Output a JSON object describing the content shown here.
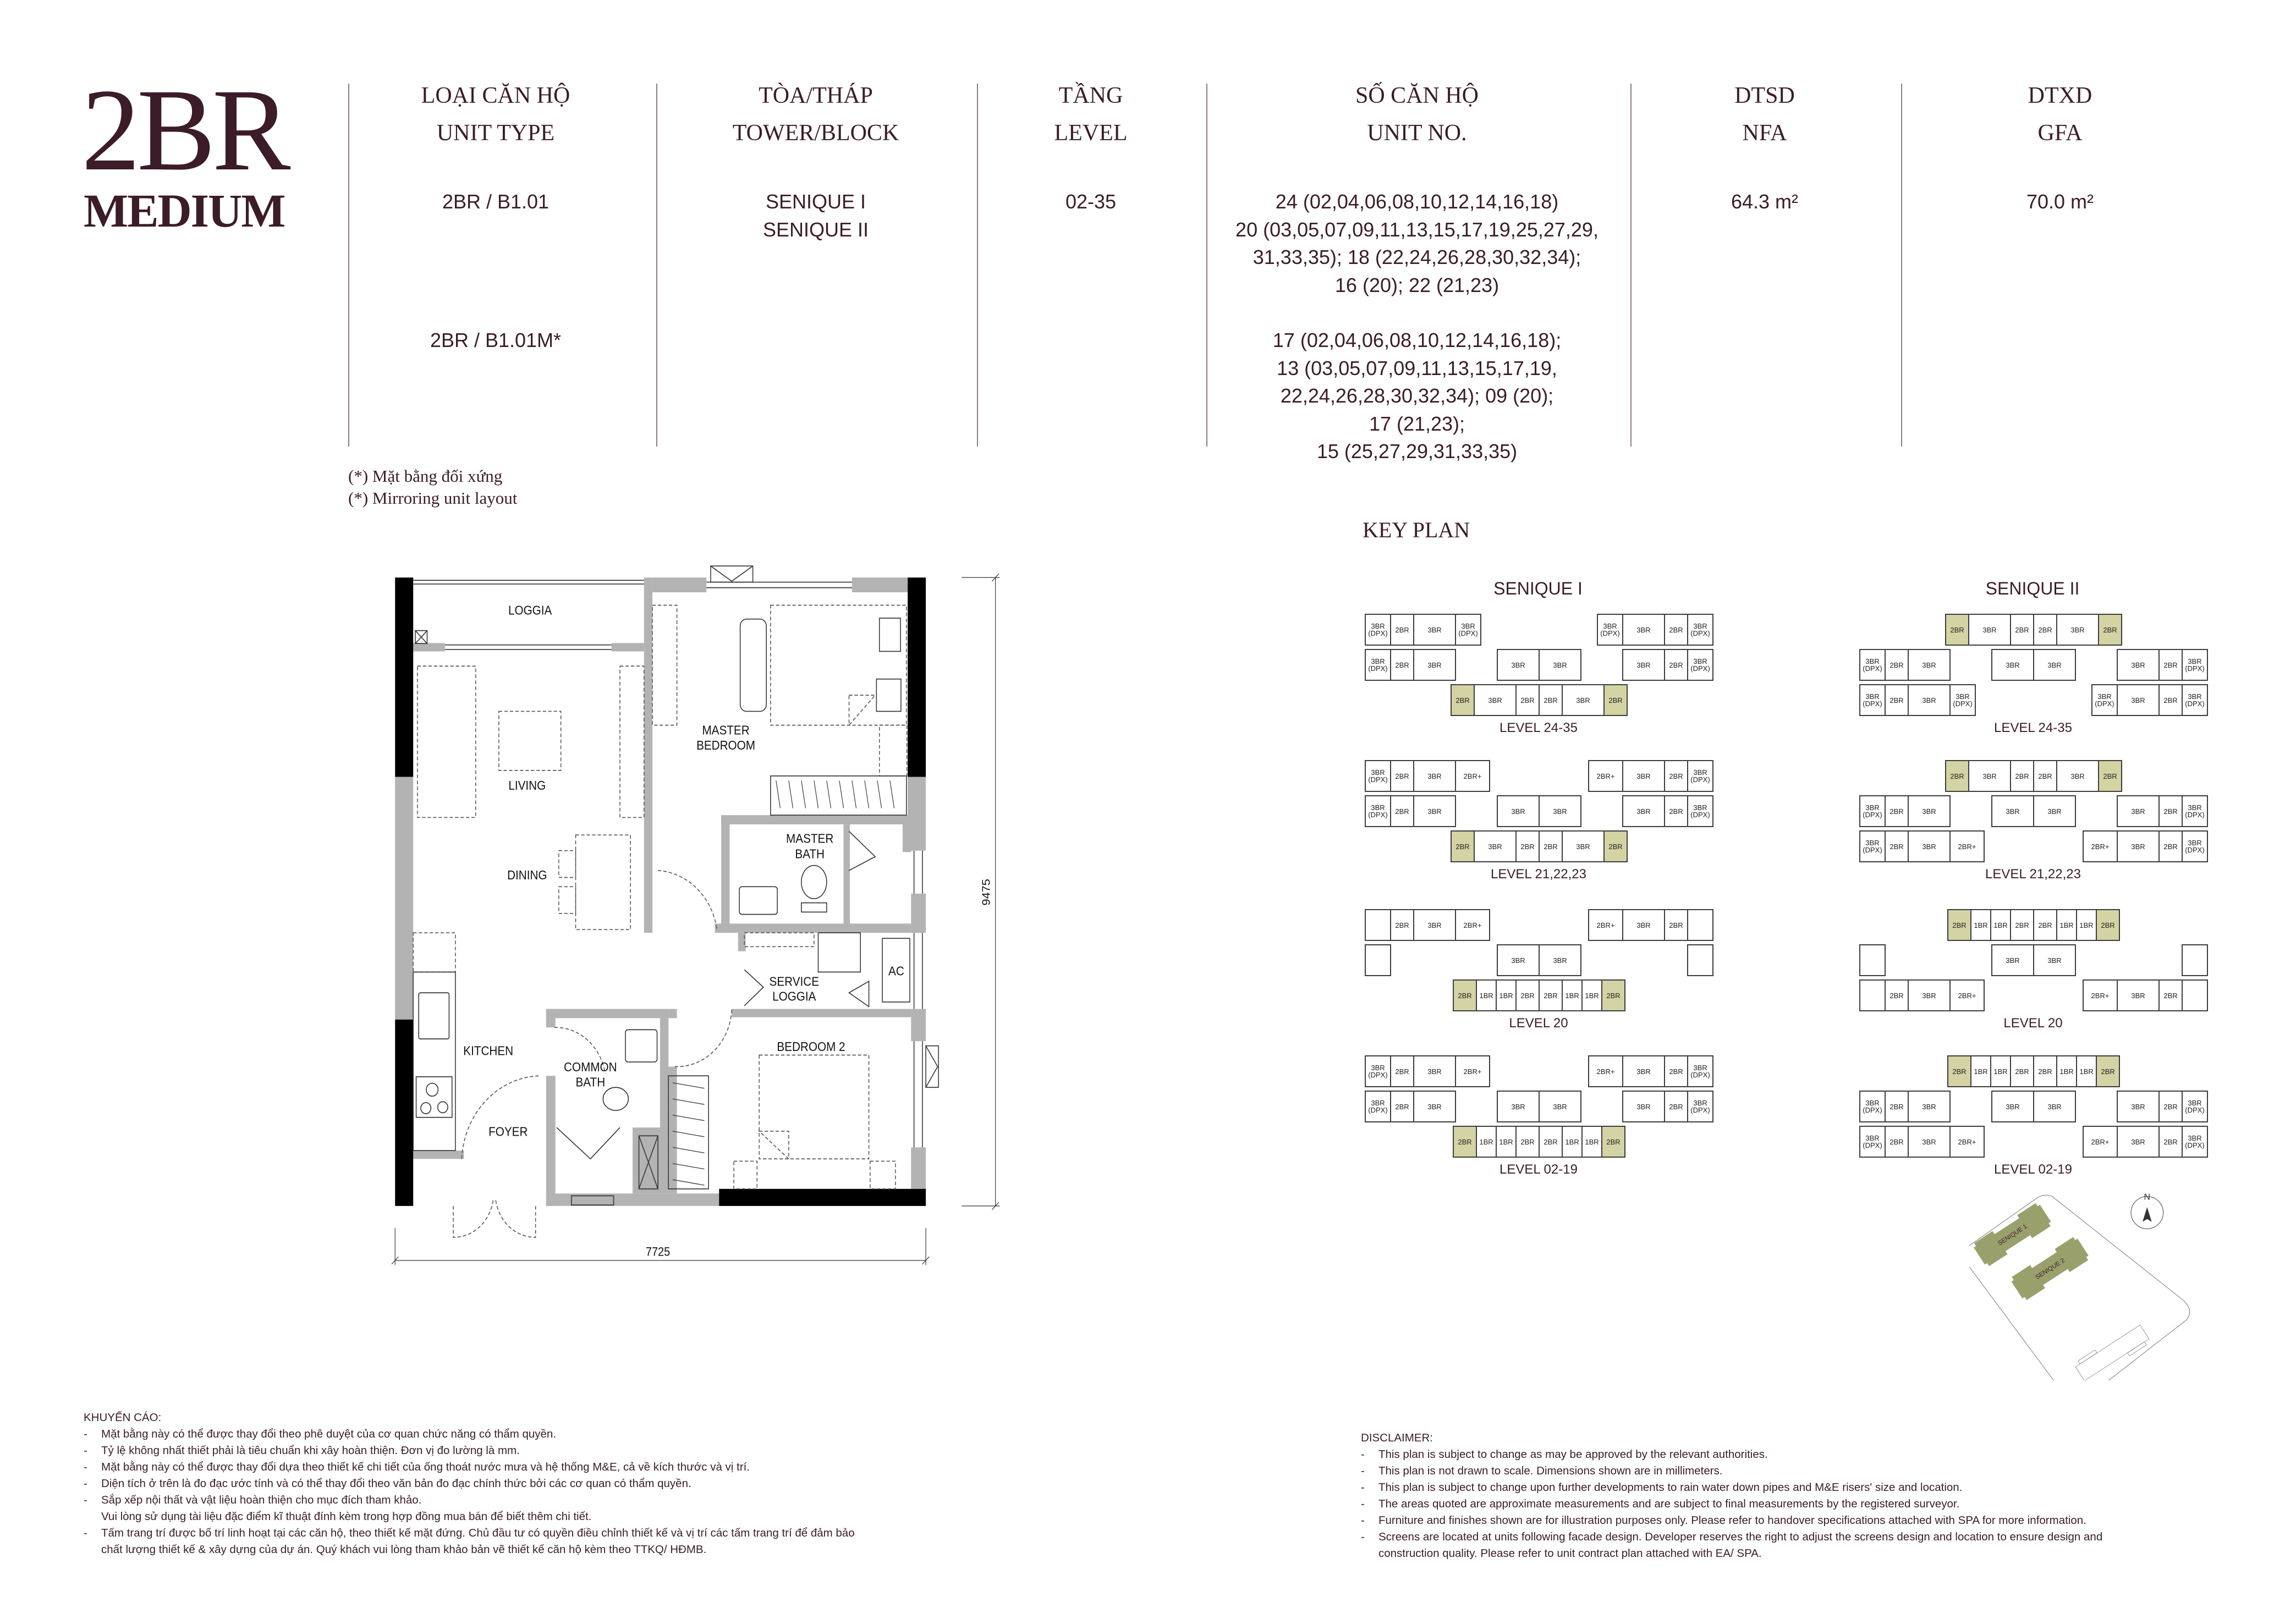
{
  "header": {
    "title": "2BR",
    "subtitle": "MEDIUM"
  },
  "columns": [
    {
      "vi": "LOẠI CĂN HỘ",
      "en": "UNIT TYPE"
    },
    {
      "vi": "TÒA/THÁP",
      "en": "TOWER/BLOCK"
    },
    {
      "vi": "TẦNG",
      "en": "LEVEL"
    },
    {
      "vi": "SỐ CĂN HỘ",
      "en": "UNIT NO."
    },
    {
      "vi": "DTSD",
      "en": "NFA"
    },
    {
      "vi": "DTXD",
      "en": "GFA"
    }
  ],
  "units": {
    "unit_types": [
      "2BR / B1.01",
      "2BR / B1.01M*"
    ],
    "towers": [
      "SENIQUE I",
      "SENIQUE II"
    ],
    "level": "02-35",
    "unit_no_b101": [
      "24 (02,04,06,08,10,12,14,16,18)",
      "20 (03,05,07,09,11,13,15,17,19,25,27,29,",
      "31,33,35); 18 (22,24,26,28,30,32,34);",
      "16 (20); 22 (21,23)"
    ],
    "unit_no_b101m": [
      "17 (02,04,06,08,10,12,14,16,18);",
      "13 (03,05,07,09,11,13,15,17,19,",
      "22,24,26,28,30,32,34); 09 (20);",
      "17 (21,23);",
      "15 (25,27,29,31,33,35)"
    ],
    "nfa": "64.3 m²",
    "gfa": "70.0 m²"
  },
  "notes": [
    "(*) Mặt bằng đối xứng",
    "(*) Mirroring unit layout"
  ],
  "floorplan": {
    "rooms": {
      "loggia": "LOGGIA",
      "living": "LIVING",
      "dining": "DINING",
      "kitchen": "KITCHEN",
      "foyer": "FOYER",
      "master_bedroom": [
        "MASTER",
        "BEDROOM"
      ],
      "master_bath": [
        "MASTER",
        "BATH"
      ],
      "service_loggia": [
        "SERVICE",
        "LOGGIA"
      ],
      "ac": "AC",
      "common_bath": [
        "COMMON",
        "BATH"
      ],
      "bedroom_2": "BEDROOM 2"
    },
    "dimensions": {
      "width": "7725",
      "depth": "9475"
    }
  },
  "key_plan": {
    "title": "KEY PLAN",
    "highlight_color": "#d3d3a4",
    "towers": [
      {
        "name": "SENIQUE I",
        "plans": [
          {
            "level": "LEVEL 24-35",
            "rows": [
              {
                "west": [
                  "3BR (DPX)",
                  "2BR",
                  "3BR",
                  "3BR (DPX)"
                ],
                "east": [
                  "3BR (DPX)",
                  "3BR",
                  "2BR",
                  "3BR (DPX)"
                ]
              },
              {
                "west": [
                  "3BR (DPX)",
                  "2BR",
                  "3BR"
                ],
                "core": [
                  "3BR",
                  "3BR"
                ],
                "east": [
                  "3BR",
                  "2BR",
                  "3BR (DPX)"
                ]
              },
              {
                "core": [
                  {
                    "t": "2BR",
                    "hl": true
                  },
                  "3BR",
                  "2BR",
                  "2BR",
                  "3BR",
                  {
                    "t": "2BR",
                    "hl": true
                  }
                ]
              }
            ]
          },
          {
            "level": "LEVEL 21,22,23",
            "rows": [
              {
                "west": [
                  "3BR (DPX)",
                  "2BR",
                  "3BR",
                  "2BR+"
                ],
                "east": [
                  "2BR+",
                  "3BR",
                  "2BR",
                  "3BR (DPX)"
                ]
              },
              {
                "west": [
                  "3BR (DPX)",
                  "2BR",
                  "3BR"
                ],
                "core": [
                  "3BR",
                  "3BR"
                ],
                "east": [
                  "3BR",
                  "2BR",
                  "3BR (DPX)"
                ]
              },
              {
                "core": [
                  {
                    "t": "2BR",
                    "hl": true
                  },
                  "3BR",
                  "2BR",
                  "2BR",
                  "3BR",
                  {
                    "t": "2BR",
                    "hl": true
                  }
                ]
              }
            ]
          },
          {
            "level": "LEVEL 20",
            "rows": [
              {
                "west": [
                  "",
                  "2BR",
                  "3BR",
                  "2BR+"
                ],
                "east": [
                  "2BR+",
                  "3BR",
                  "2BR",
                  ""
                ]
              },
              {
                "west": [
                  ""
                ],
                "core": [
                  "3BR",
                  "3BR"
                ],
                "east": [
                  ""
                ]
              },
              {
                "core": [
                  {
                    "t": "2BR",
                    "hl": true
                  },
                  "1BR",
                  "1BR",
                  "2BR",
                  "2BR",
                  "1BR",
                  "1BR",
                  {
                    "t": "2BR",
                    "hl": true
                  }
                ]
              }
            ]
          },
          {
            "level": "LEVEL 02-19",
            "rows": [
              {
                "west": [
                  "3BR (DPX)",
                  "2BR",
                  "3BR",
                  "2BR+"
                ],
                "east": [
                  "2BR+",
                  "3BR",
                  "2BR",
                  "3BR (DPX)"
                ]
              },
              {
                "west": [
                  "3BR (DPX)",
                  "2BR",
                  "3BR"
                ],
                "core": [
                  "3BR",
                  "3BR"
                ],
                "east": [
                  "3BR",
                  "2BR",
                  "3BR (DPX)"
                ]
              },
              {
                "core": [
                  {
                    "t": "2BR",
                    "hl": true
                  },
                  "1BR",
                  "1BR",
                  "2BR",
                  "2BR",
                  "1BR",
                  "1BR",
                  {
                    "t": "2BR",
                    "hl": true
                  }
                ]
              }
            ]
          }
        ]
      },
      {
        "name": "SENIQUE II",
        "plans": [
          {
            "level": "LEVEL 24-35",
            "rows": [
              {
                "core": [
                  {
                    "t": "2BR",
                    "hl": true
                  },
                  "3BR",
                  "2BR",
                  "2BR",
                  "3BR",
                  {
                    "t": "2BR",
                    "hl": true
                  }
                ]
              },
              {
                "west": [
                  "3BR (DPX)",
                  "2BR",
                  "3BR"
                ],
                "core": [
                  "3BR",
                  "3BR"
                ],
                "east": [
                  "3BR",
                  "2BR",
                  "3BR (DPX)"
                ]
              },
              {
                "west": [
                  "3BR (DPX)",
                  "2BR",
                  "3BR",
                  "3BR (DPX)"
                ],
                "east": [
                  "3BR (DPX)",
                  "3BR",
                  "2BR",
                  "3BR (DPX)"
                ]
              }
            ]
          },
          {
            "level": "LEVEL 21,22,23",
            "rows": [
              {
                "core": [
                  {
                    "t": "2BR",
                    "hl": true
                  },
                  "3BR",
                  "2BR",
                  "2BR",
                  "3BR",
                  {
                    "t": "2BR",
                    "hl": true
                  }
                ]
              },
              {
                "west": [
                  "3BR (DPX)",
                  "2BR",
                  "3BR"
                ],
                "core": [
                  "3BR",
                  "3BR"
                ],
                "east": [
                  "3BR",
                  "2BR",
                  "3BR (DPX)"
                ]
              },
              {
                "west": [
                  "3BR (DPX)",
                  "2BR",
                  "3BR",
                  "2BR+"
                ],
                "east": [
                  "2BR+",
                  "3BR",
                  "2BR",
                  "3BR (DPX)"
                ]
              }
            ]
          },
          {
            "level": "LEVEL 20",
            "rows": [
              {
                "core": [
                  {
                    "t": "2BR",
                    "hl": true
                  },
                  "1BR",
                  "1BR",
                  "2BR",
                  "2BR",
                  "1BR",
                  "1BR",
                  {
                    "t": "2BR",
                    "hl": true
                  }
                ]
              },
              {
                "west": [
                  ""
                ],
                "core": [
                  "3BR",
                  "3BR"
                ],
                "east": [
                  ""
                ]
              },
              {
                "west": [
                  "",
                  "2BR",
                  "3BR",
                  "2BR+"
                ],
                "east": [
                  "2BR+",
                  "3BR",
                  "2BR",
                  ""
                ]
              }
            ]
          },
          {
            "level": "LEVEL 02-19",
            "rows": [
              {
                "core": [
                  {
                    "t": "2BR",
                    "hl": true
                  },
                  "1BR",
                  "1BR",
                  "2BR",
                  "2BR",
                  "1BR",
                  "1BR",
                  {
                    "t": "2BR",
                    "hl": true
                  }
                ]
              },
              {
                "west": [
                  "3BR (DPX)",
                  "2BR",
                  "3BR"
                ],
                "core": [
                  "3BR",
                  "3BR"
                ],
                "east": [
                  "3BR",
                  "2BR",
                  "3BR (DPX)"
                ]
              },
              {
                "west": [
                  "3BR (DPX)",
                  "2BR",
                  "3BR",
                  "2BR+"
                ],
                "east": [
                  "2BR+",
                  "3BR",
                  "2BR",
                  "3BR (DPX)"
                ]
              }
            ]
          }
        ]
      }
    ]
  },
  "site_map": {
    "buildings": [
      "SENIQUE 1",
      "SENIQUE 2"
    ],
    "north": "N",
    "building_color": "#9aa06c"
  },
  "disclaimer_vi": {
    "title": "KHUYẾN CÁO:",
    "items": [
      {
        "dash": true,
        "text": "Mặt bằng này có thể được thay đổi theo phê duyệt của cơ quan chức năng có thẩm quyền."
      },
      {
        "dash": true,
        "text": "Tỷ lệ không nhất thiết phải là tiêu chuẩn khi xây hoàn thiện. Đơn vị đo lường là mm."
      },
      {
        "dash": true,
        "text": "Mặt bằng này có thể được thay đổi dựa theo thiết kế chi tiết của ống thoát nước mưa và hệ thống M&E, cả về kích thước và vị trí."
      },
      {
        "dash": true,
        "text": "Diện tích ở trên là đo đạc ước tính và có thể thay đổi theo văn bản đo đạc chính thức bởi các cơ quan có thẩm quyền."
      },
      {
        "dash": true,
        "text": "Sắp xếp nội thất và vật liệu hoàn thiện cho mục đích tham khảo."
      },
      {
        "dash": false,
        "text": "Vui lòng sử dụng tài liệu đặc điểm kĩ thuật đính kèm trong hợp đồng mua bán để biết thêm chi tiết."
      },
      {
        "dash": true,
        "text": "Tấm trang trí được bố trí linh hoạt tại các căn hộ, theo thiết kế mặt đứng. Chủ đầu tư có quyền điều chỉnh thiết kế và vị trí các tấm trang trí để đảm bảo"
      },
      {
        "dash": false,
        "text": "chất lượng thiết kế & xây dựng của dự án. Quý khách vui lòng tham khảo bản vẽ thiết kế căn hộ kèm theo TTKQ/ HĐMB."
      }
    ]
  },
  "disclaimer_en": {
    "title": "DISCLAIMER:",
    "items": [
      {
        "dash": true,
        "text": "This plan is subject to change as may be approved by the relevant authorities."
      },
      {
        "dash": true,
        "text": "This plan is not drawn to scale. Dimensions shown are in millimeters."
      },
      {
        "dash": true,
        "text": "This plan is subject to change upon further developments to rain water down pipes and M&E risers' size and location."
      },
      {
        "dash": true,
        "text": "The areas quoted are approximate measurements and are subject to final measurements by the registered surveyor."
      },
      {
        "dash": true,
        "text": "Furniture and finishes shown are for illustration purposes only. Please refer to handover specifications attached with SPA for more information."
      },
      {
        "dash": true,
        "text": "Screens are located at units following facade design. Developer reserves the right to adjust the screens design and location to ensure design and"
      },
      {
        "dash": false,
        "text": "construction quality. Please refer to unit contract plan attached with EA/ SPA."
      }
    ]
  }
}
